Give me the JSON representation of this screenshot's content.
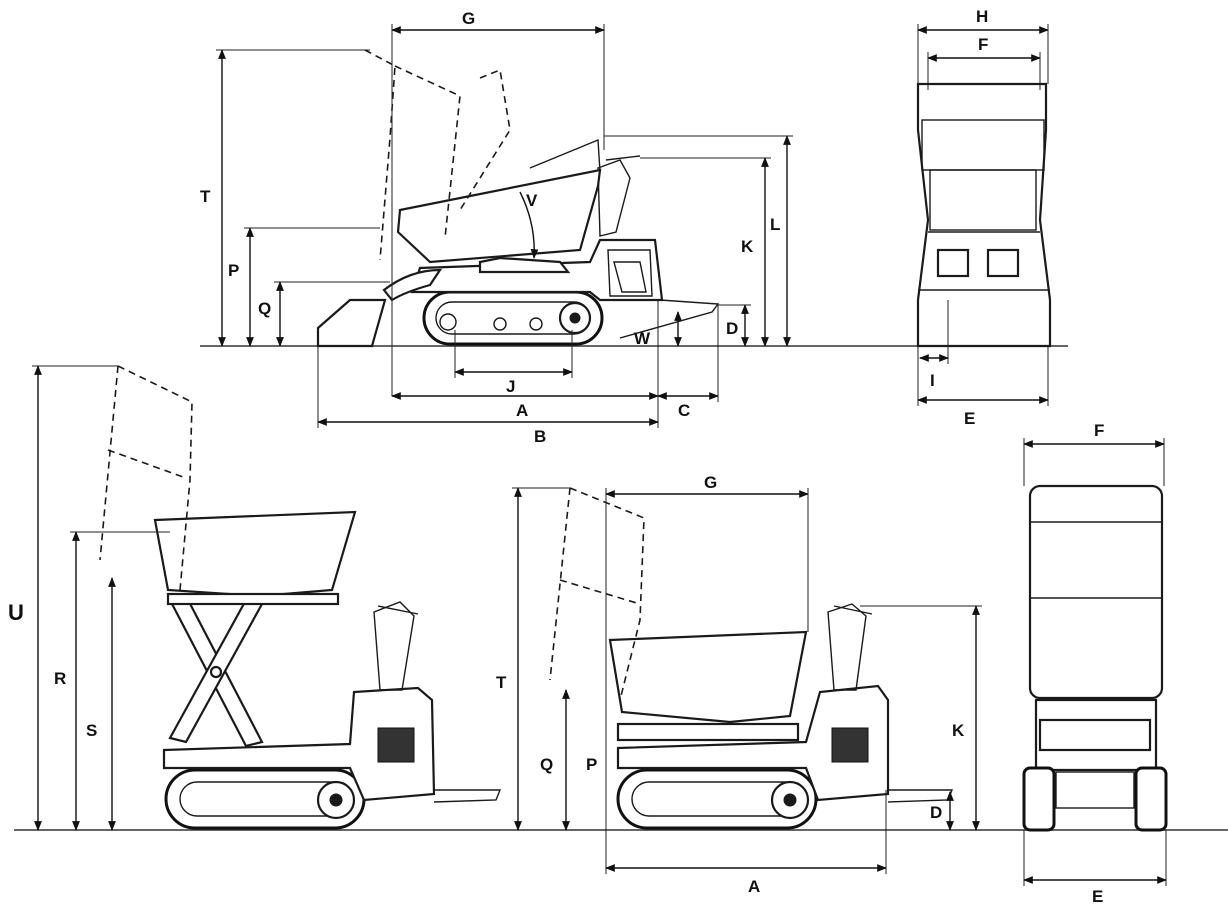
{
  "labels": {
    "v1": {
      "G": "G",
      "T": "T",
      "P": "P",
      "Q": "Q",
      "V": "V",
      "K": "K",
      "L": "L",
      "D": "D",
      "W": "W",
      "J": "J",
      "A": "A",
      "C": "C",
      "B": "B"
    },
    "v2": {
      "H": "H",
      "F": "F",
      "I": "I",
      "E": "E"
    },
    "v3": {
      "U": "U",
      "R": "R",
      "S": "S"
    },
    "v4": {
      "G": "G",
      "T": "T",
      "Q": "Q",
      "P": "P",
      "K": "K",
      "D": "D",
      "A": "A"
    },
    "v5": {
      "F": "F",
      "E": "E"
    }
  }
}
